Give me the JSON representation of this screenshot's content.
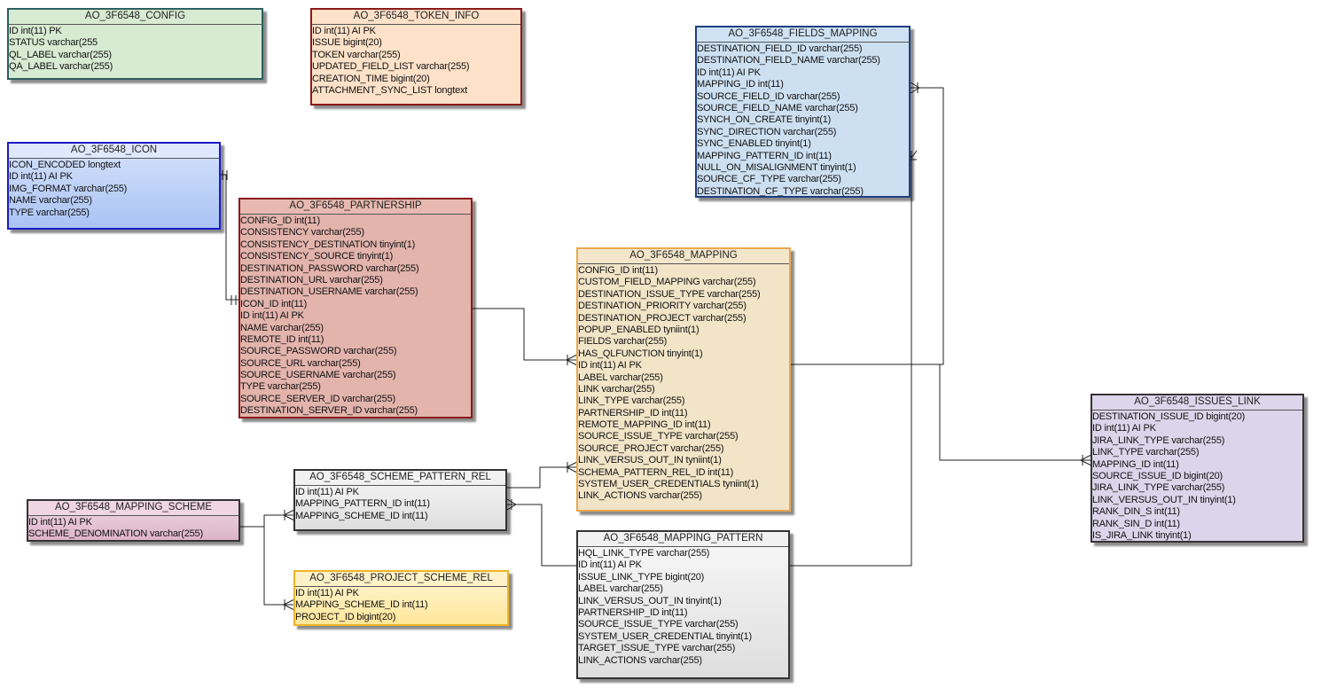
{
  "tables": {
    "config": {
      "name": "AO_3F6548_CONFIG",
      "columns": [
        "ID int(11) PK",
        "STATUS varchar(255",
        "QL_LABEL varchar(255)",
        "QA_LABEL varchar(255)"
      ]
    },
    "token_info": {
      "name": "AO_3F6548_TOKEN_INFO",
      "columns": [
        "ID int(11) AI PK",
        "ISSUE bigint(20)",
        "TOKEN varchar(255)",
        "UPDATED_FIELD_LIST varchar(255)",
        "CREATION_TIME bigint(20)",
        "ATTACHMENT_SYNC_LIST longtext"
      ]
    },
    "icon": {
      "name": "AO_3F6548_ICON",
      "columns": [
        "ICON_ENCODED longtext",
        "ID int(11) AI PK",
        "IMG_FORMAT varchar(255)",
        "NAME varchar(255)",
        "TYPE varchar(255)"
      ]
    },
    "partnership": {
      "name": "AO_3F6548_PARTNERSHIP",
      "columns": [
        "CONFIG_ID int(11)",
        "CONSISTENCY varchar(255)",
        "CONSISTENCY_DESTINATION tinyint(1)",
        "CONSISTENCY_SOURCE tinyint(1)",
        "DESTINATION_PASSWORD varchar(255)",
        "DESTINATION_URL varchar(255)",
        "DESTINATION_USERNAME varchar(255)",
        "ICON_ID int(11)",
        "ID int(11) AI PK",
        "NAME varchar(255)",
        "REMOTE_ID int(11)",
        "SOURCE_PASSWORD varchar(255)",
        "SOURCE_URL varchar(255)",
        "SOURCE_USERNAME varchar(255)",
        "TYPE varchar(255)",
        "SOURCE_SERVER_ID varchar(255)",
        "DESTINATION_SERVER_ID varchar(255)"
      ]
    },
    "fields_mapping": {
      "name": "AO_3F6548_FIELDS_MAPPING",
      "columns": [
        "DESTINATION_FIELD_ID varchar(255)",
        "DESTINATION_FIELD_NAME varchar(255)",
        "ID int(11) AI PK",
        "MAPPING_ID int(11)",
        "SOURCE_FIELD_ID varchar(255)",
        "SOURCE_FIELD_NAME varchar(255)",
        "SYNCH_ON_CREATE tinyint(1)",
        "SYNC_DIRECTION varchar(255)",
        "SYNC_ENABLED tinyint(1)",
        "MAPPING_PATTERN_ID int(11)",
        "NULL_ON_MISALIGNMENT tinyint(1)",
        "SOURCE_CF_TYPE varchar(255)",
        "DESTINATION_CF_TYPE varchar(255)"
      ]
    },
    "mapping": {
      "name": "AO_3F6548_MAPPING",
      "columns": [
        "CONFIG_ID int(11)",
        "CUSTOM_FIELD_MAPPING varchar(255)",
        "DESTINATION_ISSUE_TYPE varchar(255)",
        "DESTINATION_PRIORITY varchar(255)",
        "DESTINATION_PROJECT varchar(255)",
        "POPUP_ENABLED tyniint(1)",
        "FIELDS varchar(255)",
        "HAS_QLFUNCTION tinyint(1)",
        "ID int(11) AI PK",
        "LABEL varchar(255)",
        "LINK varchar(255)",
        "LINK_TYPE varchar(255)",
        "PARTNERSHIP_ID int(11)",
        "REMOTE_MAPPING_ID int(11)",
        "SOURCE_ISSUE_TYPE varchar(255)",
        "SOURCE_PROJECT varchar(255)",
        "LINK_VERSUS_OUT_IN tyniint(1)",
        "SCHEMA_PATTERN_REL_ID int(11)",
        "SYSTEM_USER_CREDENTIALS tyniint(1)",
        "LINK_ACTIONS varchar(255)"
      ]
    },
    "issues_link": {
      "name": "AO_3F6548_ISSUES_LINK",
      "columns": [
        "DESTINATION_ISSUE_ID bigint(20)",
        "ID int(11) AI PK",
        "JIRA_LINK_TYPE varchar(255)",
        "LINK_TYPE varchar(255)",
        "MAPPING_ID int(11)",
        "SOURCE_ISSUE_ID bigint(20)",
        "JIRA_LINK_TYPE varchar(255)",
        "LINK_VERSUS_OUT_IN tinyint(1)",
        "RANK_DIN_S int(11)",
        "RANK_SIN_D int(11)",
        "IS_JIRA_LINK tinyint(1)"
      ]
    },
    "scheme_pattern_rel": {
      "name": "AO_3F6548_SCHEME_PATTERN_REL",
      "columns": [
        "ID int(11) AI PK",
        "MAPPING_PATTERN_ID int(11)",
        "MAPPING_SCHEME_ID int(11)"
      ]
    },
    "mapping_scheme": {
      "name": "AO_3F6548_MAPPING_SCHEME",
      "columns": [
        "ID int(11) AI PK",
        "SCHEME_DENOMINATION varchar(255)"
      ]
    },
    "project_scheme_rel": {
      "name": "AO_3F6548_PROJECT_SCHEME_REL",
      "columns": [
        "ID int(11) AI PK",
        "MAPPING_SCHEME_ID int(11)",
        "PROJECT_ID bigint(20)"
      ]
    },
    "mapping_pattern": {
      "name": "AO_3F6548_MAPPING_PATTERN",
      "columns": [
        "HQL_LINK_TYPE varchar(255)",
        "ID int(11) AI PK",
        "ISSUE_LINK_TYPE bigint(20)",
        "LABEL varchar(255)",
        "LINK_VERSUS_OUT_IN tinyint(1)",
        "PARTNERSHIP_ID int(11)",
        "SOURCE_ISSUE_TYPE varchar(255)",
        "SYSTEM_USER_CREDENTIAL tinyint(1)",
        "TARGET_ISSUE_TYPE varchar(255)",
        "LINK_ACTIONS varchar(255)"
      ]
    }
  },
  "relationships": [
    {
      "from": "icon",
      "to": "partnership",
      "from_end": "one-and-only-one",
      "to_end": "one-and-only-one"
    },
    {
      "from": "partnership",
      "to": "mapping",
      "from_end": "one",
      "to_end": "many"
    },
    {
      "from": "mapping",
      "to": "fields_mapping",
      "from_end": "one",
      "to_end": "many"
    },
    {
      "from": "mapping_pattern",
      "to": "fields_mapping",
      "from_end": "one",
      "to_end": "many"
    },
    {
      "from": "mapping",
      "to": "issues_link",
      "from_end": "one",
      "to_end": "many"
    },
    {
      "from": "scheme_pattern_rel",
      "to": "mapping",
      "from_end": "one",
      "to_end": "many"
    },
    {
      "from": "mapping_pattern",
      "to": "scheme_pattern_rel",
      "from_end": "one",
      "to_end": "many"
    },
    {
      "from": "mapping_scheme",
      "to": "scheme_pattern_rel",
      "from_end": "one",
      "to_end": "many"
    },
    {
      "from": "mapping_scheme",
      "to": "project_scheme_rel",
      "from_end": "one",
      "to_end": "many"
    }
  ]
}
